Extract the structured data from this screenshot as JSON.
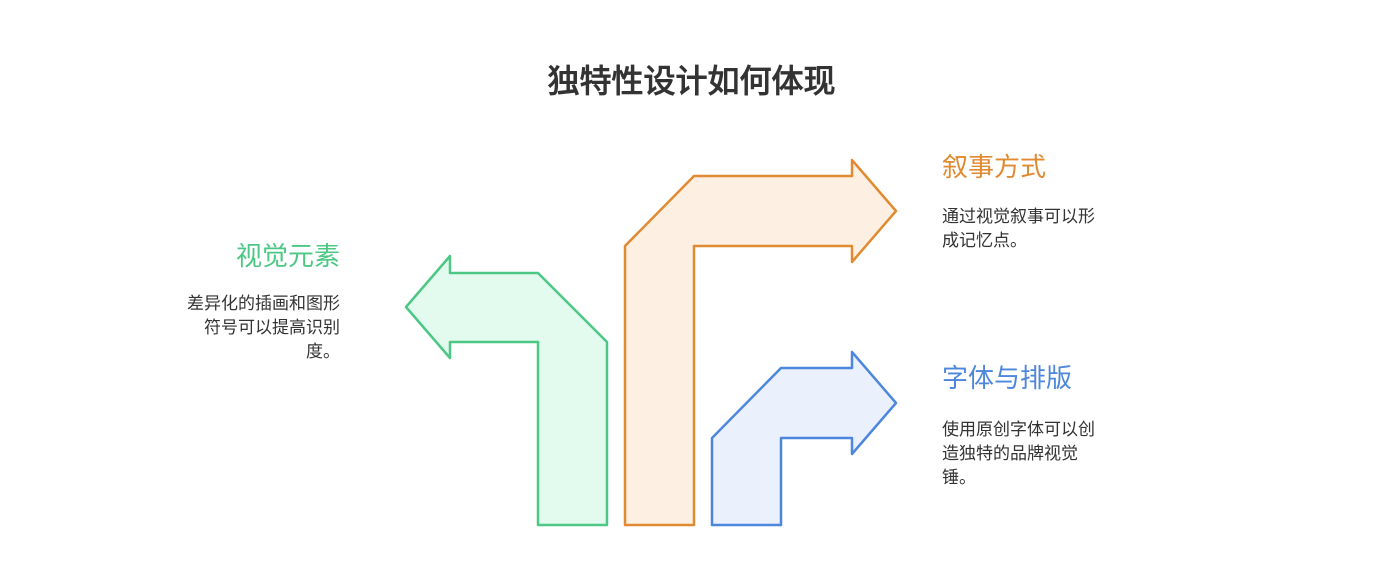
{
  "title": "独特性设计如何体现",
  "colors": {
    "green_stroke": "#4cc784",
    "green_fill": "#e2fbee",
    "orange_stroke": "#e08a31",
    "orange_fill": "#fdf0e2",
    "blue_stroke": "#4d87dd",
    "blue_fill": "#eaf1fc"
  },
  "items": [
    {
      "id": "visual-elements",
      "label": "视觉元素",
      "lines": [
        "差异化的插画和图形",
        "符号可以提高识别",
        "度。"
      ],
      "color": "#4cc784"
    },
    {
      "id": "narrative",
      "label": "叙事方式",
      "lines": [
        "通过视觉叙事可以形",
        "成记忆点。"
      ],
      "color": "#e08a31"
    },
    {
      "id": "typography",
      "label": "字体与排版",
      "lines": [
        "使用原创字体可以创",
        "造独特的品牌视觉",
        "锤。"
      ],
      "color": "#4d87dd"
    }
  ]
}
